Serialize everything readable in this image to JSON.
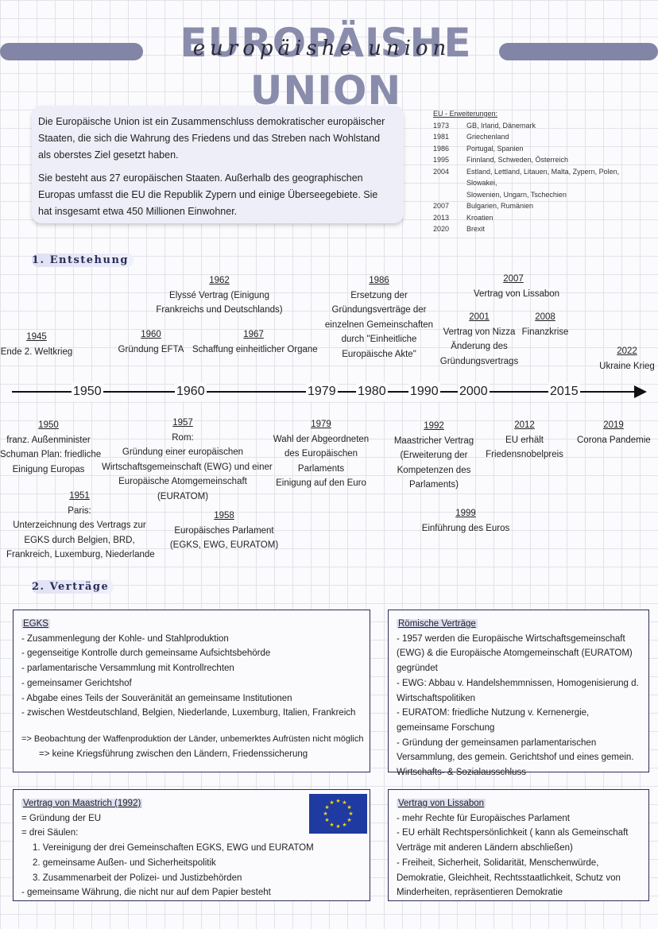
{
  "title": {
    "main": "EUROPÄISHE  UNION",
    "script": "europäishe union"
  },
  "intro": {
    "p1": "Die Europäische Union ist ein Zusammenschluss demokratischer europäischer Staaten, die sich die Wahrung des Friedens und das Streben nach Wohlstand als oberstes Ziel gesetzt haben.",
    "p2": "Sie besteht aus 27 europäischen Staaten. Außerhalb des geographischen Europas umfasst die EU die Republik Zypern und einige Überseegebiete. Sie hat insgesamt etwa 450 Millionen Einwohner."
  },
  "enlargements": {
    "heading": "EU - Erweiterungen:",
    "rows": [
      {
        "year": "1973",
        "text": "GB, Irland, Dänemark"
      },
      {
        "year": "1981",
        "text": "Griechenland"
      },
      {
        "year": "1986",
        "text": "Portugal, Spanien"
      },
      {
        "year": "1995",
        "text": "Finnland, Schweden, Österreich"
      },
      {
        "year": "2004",
        "text": "Estland, Lettland, Litauen, Malta, Zypern, Polen, Slowakei,"
      },
      {
        "year": "",
        "text": "Slowenien, Ungarn, Tschechien"
      },
      {
        "year": "2007",
        "text": "Bulgarien, Rumänien"
      },
      {
        "year": "2013",
        "text": "Kroatien"
      },
      {
        "year": "2020",
        "text": "Brexit"
      }
    ]
  },
  "section1": {
    "title": "1. Entstehung"
  },
  "timeline": {
    "labels": [
      "1950",
      "1960",
      "1979",
      "1980",
      "1990",
      "2000",
      "2015"
    ],
    "above": {
      "e1945": {
        "year": "1945",
        "l1": "Ende 2. Weltkrieg"
      },
      "e1960": {
        "year": "1960",
        "l1": "Gründung EFTA"
      },
      "e1962": {
        "year": "1962",
        "l1": "Elyssé Vertrag (Einigung",
        "l2": "Frankreichs und Deutschlands)"
      },
      "e1967": {
        "year": "1967",
        "l1": "Schaffung einheitlicher Organe"
      },
      "e1986": {
        "year": "1986",
        "l1": "Ersetzung der",
        "l2": "Gründungsverträge der",
        "l3": "einzelnen Gemeinschaften",
        "l4": "durch \"Einheitliche",
        "l5": "Europäische Akte\""
      },
      "e2001": {
        "year": "2001",
        "l1": "Vertrag von Nizza",
        "l2": "Änderung des",
        "l3": "Gründungsvertrags"
      },
      "e2007": {
        "year": "2007",
        "l1": "Vertrag von Lissabon"
      },
      "e2008": {
        "year": "2008",
        "l1": "Finanzkrise"
      },
      "e2022": {
        "year": "2022",
        "l1": "Ukraine Krieg"
      }
    },
    "below": {
      "e1950": {
        "year": "1950",
        "l1": "franz. Außenminister",
        "l2": "Schuman Plan: friedliche",
        "l3": "Einigung Europas"
      },
      "e1951": {
        "year": "1951",
        "l1": "Paris:",
        "l2": "Unterzeichnung des Vertrags zur",
        "l3": "EGKS durch Belgien, BRD,",
        "l4": "Frankreich, Luxemburg, Niederlande"
      },
      "e1957": {
        "year": "1957",
        "l1": "Rom:",
        "l2": "Gründung einer europäischen",
        "l3": "Wirtschaftsgemeinschaft (EWG) und einer",
        "l4": "Europäische Atomgemeinschaft",
        "l5": "(EURATOM)"
      },
      "e1958": {
        "year": "1958",
        "l1": "Europäisches Parlament",
        "l2": "(EGKS, EWG, EURATOM)"
      },
      "e1979": {
        "year": "1979",
        "l1": "Wahl der Abgeordneten",
        "l2": "des Europäischen",
        "l3": "Parlaments",
        "l4": "Einigung auf den Euro"
      },
      "e1992": {
        "year": "1992",
        "l1": "Maastricher Vertrag",
        "l2": "(Erweiterung der",
        "l3": "Kompetenzen des",
        "l4": "Parlaments)"
      },
      "e1999": {
        "year": "1999",
        "l1": "Einführung des Euros"
      },
      "e2012": {
        "year": "2012",
        "l1": "EU erhält",
        "l2": "Friedensnobelpreis"
      },
      "e2019": {
        "year": "2019",
        "l1": "Corona Pandemie"
      }
    }
  },
  "section2": {
    "title": "2. Verträge"
  },
  "egks": {
    "title": "EGKS",
    "items": [
      "- Zusammenlegung der Kohle- und Stahlproduktion",
      "- gegenseitige Kontrolle durch gemeinsame Aufsichtsbehörde",
      "- parlamentarische Versammlung mit Kontrollrechten",
      "- gemeinsamer Gerichtshof",
      "- Abgabe eines Teils der Souveränität an gemeinsame Institutionen",
      "- zwischen Westdeutschland, Belgien, Niederlande, Luxemburg, Italien, Frankreich"
    ],
    "c1": "=> Beobachtung der Waffenproduktion der Länder, unbemerktes Aufrüsten nicht möglich",
    "c2": "=> keine Kriegsführung zwischen den Ländern, Friedenssicherung"
  },
  "roemisch": {
    "title": "Römische Verträge",
    "text1": "- 1957 werden die Europäische Wirtschaftsgemeinschaft (EWG) & die Europäische Atomgemeinschaft (EURATOM) gegründet",
    "text2": "- EWG: Abbau v. Handelshemmnissen, Homogenisierung d. Wirtschaftspolitiken",
    "text3": "- EURATOM: friedliche Nutzung v. Kernenergie, gemeinsame Forschung",
    "text4": "- Gründung der gemeinsamen parlamentarischen Versammlung, des gemein. Gerichtshof und eines gemein. Wirtschafts- & Sozialausschluss"
  },
  "maastricht": {
    "title": "Vertrag von Maastrich (1992)",
    "l1": "= Gründung der EU",
    "l2": "= drei Säulen:",
    "s1": "1. Vereinigung der drei Gemeinschaften EGKS, EWG und EURATOM",
    "s2": "2. gemeinsame Außen- und Sicherheitspolitik",
    "s3": "3. Zusammenarbeit der Polizei- und Justizbehörden",
    "l3": "- gemeinsame Währung, die nicht nur auf dem Papier besteht"
  },
  "lissabon": {
    "title": "Vertrag von Lissabon",
    "text1": "- mehr Rechte für Europäisches Parlament",
    "text2": "- EU erhält Rechtspersönlichkeit ( kann als Gemeinschaft Verträge mit anderen Ländern abschließen)",
    "text3": "- Freiheit, Sicherheit, Solidarität, Menschenwürde, Demokratie, Gleichheit, Rechtsstaatlichkeit, Schutz von Minderheiten, repräsentieren Demokratie"
  },
  "colors": {
    "title": "#8a8cac",
    "bar": "#8385a6",
    "border": "#2a2d5a",
    "flag": "#1f3aa0",
    "star": "#f5d400"
  }
}
